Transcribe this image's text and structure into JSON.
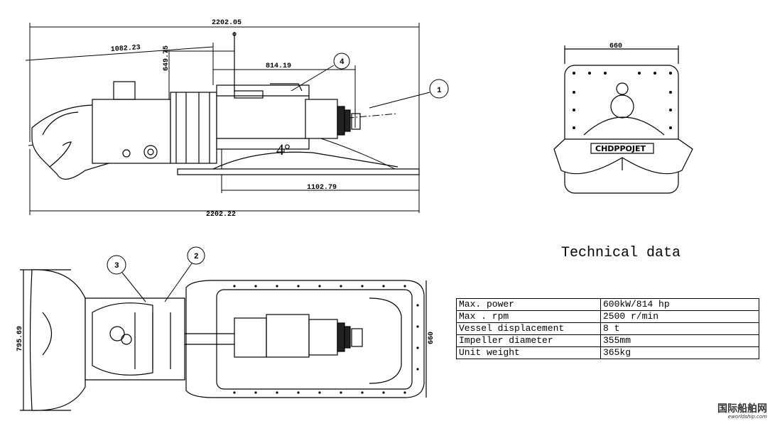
{
  "side_view": {
    "dims": {
      "overall_top": "2202.05",
      "overall_bottom": "2202.22",
      "nozzle_len": "1082.23",
      "height": "649.75",
      "shaft_len": "814.19",
      "base_len": "1102.79"
    },
    "angle": "4°",
    "callouts": {
      "c1": "1",
      "c4": "4"
    }
  },
  "front_view": {
    "width_dim": "660",
    "logo": "CHDPPOJET"
  },
  "top_view": {
    "dims": {
      "left_height": "795.69",
      "right_height": "660"
    },
    "callouts": {
      "c2": "2",
      "c3": "3"
    }
  },
  "technical_data": {
    "title": "Technical data",
    "rows": [
      {
        "label": "Max. power",
        "value": "600kW/814  hp"
      },
      {
        "label": "Max . rpm",
        "value": "2500 r/min"
      },
      {
        "label": "Vessel displacement",
        "value": "8 t"
      },
      {
        "label": "Impeller diameter",
        "value": "355mm"
      },
      {
        "label": "Unit weight",
        "value": "365kg"
      }
    ]
  },
  "watermark": {
    "cn": "国际船舶网",
    "en": "eworldship.com"
  }
}
